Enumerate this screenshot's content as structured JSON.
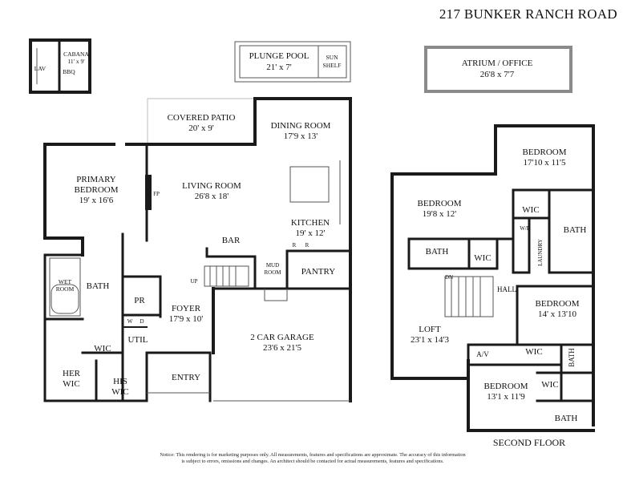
{
  "title": "217 BUNKER RANCH ROAD",
  "floor_label": "SECOND FLOOR",
  "notice": {
    "line1": "Notice: This rendering is for marketing purposes only. All measurements, features and specifications are approximate. The accuracy of this information",
    "line2": "is subject to errors, omissions and changes. An architect should be contacted for actual measurements, features and specifications."
  },
  "rooms": {
    "lav": "LAV",
    "cabana": "CABANA",
    "cabana_dim": "11' x 9'",
    "bbq": "BBQ",
    "plunge_pool": "PLUNGE POOL",
    "plunge_pool_dim": "21' x 7'",
    "sun": "SUN",
    "shelf": "SHELF",
    "atrium": "ATRIUM / OFFICE",
    "atrium_dim": "26'8 x 7'7",
    "covered_patio": "COVERED PATIO",
    "covered_patio_dim": "20' x 9'",
    "dining": "DINING ROOM",
    "dining_dim": "17'9 x 13'",
    "primary": "PRIMARY",
    "primary2": "BEDROOM",
    "primary_dim": "19' x 16'6",
    "living": "LIVING ROOM",
    "living_dim": "26'8 x 18'",
    "fp": "FP",
    "kitchen": "KITCHEN",
    "kitchen_dim": "19' x 12'",
    "r": "R",
    "bar": "BAR",
    "mud": "MUD",
    "room": "ROOM",
    "pantry": "PANTRY",
    "wet": "WET",
    "wet2": "ROOM",
    "bath": "BATH",
    "up": "UP",
    "pr": "PR",
    "w": "W",
    "d": "D",
    "foyer": "FOYER",
    "foyer_dim": "17'9 x 10'",
    "wic": "WIC",
    "util": "UTIL",
    "garage": "2 CAR GARAGE",
    "garage_dim": "23'6 x 21'5",
    "her": "HER",
    "his": "HIS",
    "entry": "ENTRY",
    "bedroom": "BEDROOM",
    "bed1_dim": "17'10 x 11'5",
    "bed2_dim": "19'8 x 12'",
    "wd": "W/D",
    "laundry": "LAUNDRY",
    "dn": "DN",
    "hall": "HALL",
    "bed3_dim": "14' x 13'10",
    "loft": "LOFT",
    "loft_dim": "23'1 x 14'3",
    "av": "A/V",
    "bed4_dim": "13'1 x 11'9"
  }
}
